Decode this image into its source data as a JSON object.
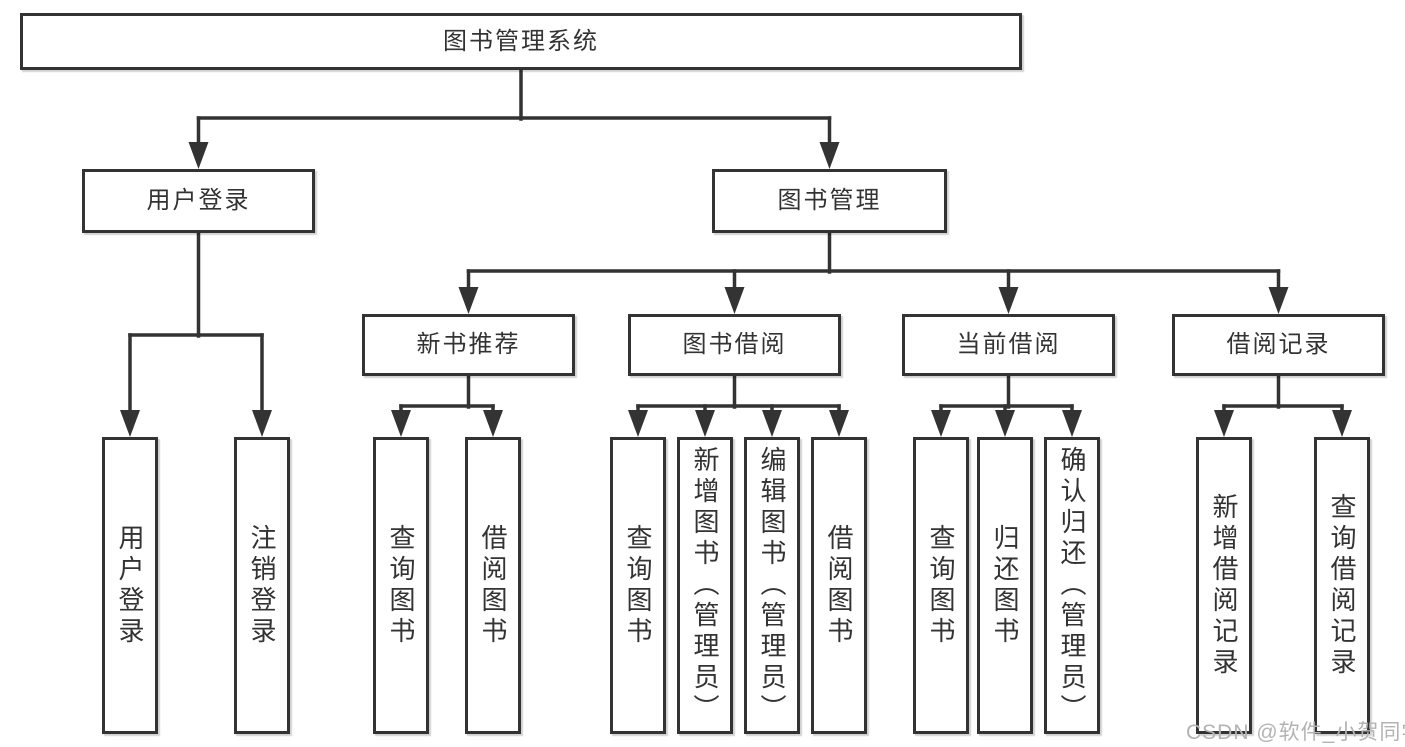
{
  "diagram": {
    "root": {
      "label": "图书管理系统",
      "children": [
        {
          "label": "用户登录",
          "children": [
            {
              "label": "用户登录"
            },
            {
              "label": "注销登录"
            }
          ]
        },
        {
          "label": "图书管理",
          "children": [
            {
              "label": "新书推荐",
              "children": [
                {
                  "label": "查询图书"
                },
                {
                  "label": "借阅图书"
                }
              ]
            },
            {
              "label": "图书借阅",
              "children": [
                {
                  "label": "查询图书"
                },
                {
                  "label": "新增图书（管理员）"
                },
                {
                  "label": "编辑图书（管理员）"
                },
                {
                  "label": "借阅图书"
                }
              ]
            },
            {
              "label": "当前借阅",
              "children": [
                {
                  "label": "查询图书"
                },
                {
                  "label": "归还图书"
                },
                {
                  "label": "确认归还（管理员）"
                }
              ]
            },
            {
              "label": "借阅记录",
              "children": [
                {
                  "label": "新增借阅记录"
                },
                {
                  "label": "查询借阅记录"
                }
              ]
            }
          ]
        }
      ]
    }
  },
  "watermark": {
    "text": "CSDN @软件_小贺同学"
  },
  "colors": {
    "line": "#333333",
    "box_border": "#333333",
    "text": "#333333",
    "background": "#ffffff",
    "watermark": "#b3b3b3"
  }
}
